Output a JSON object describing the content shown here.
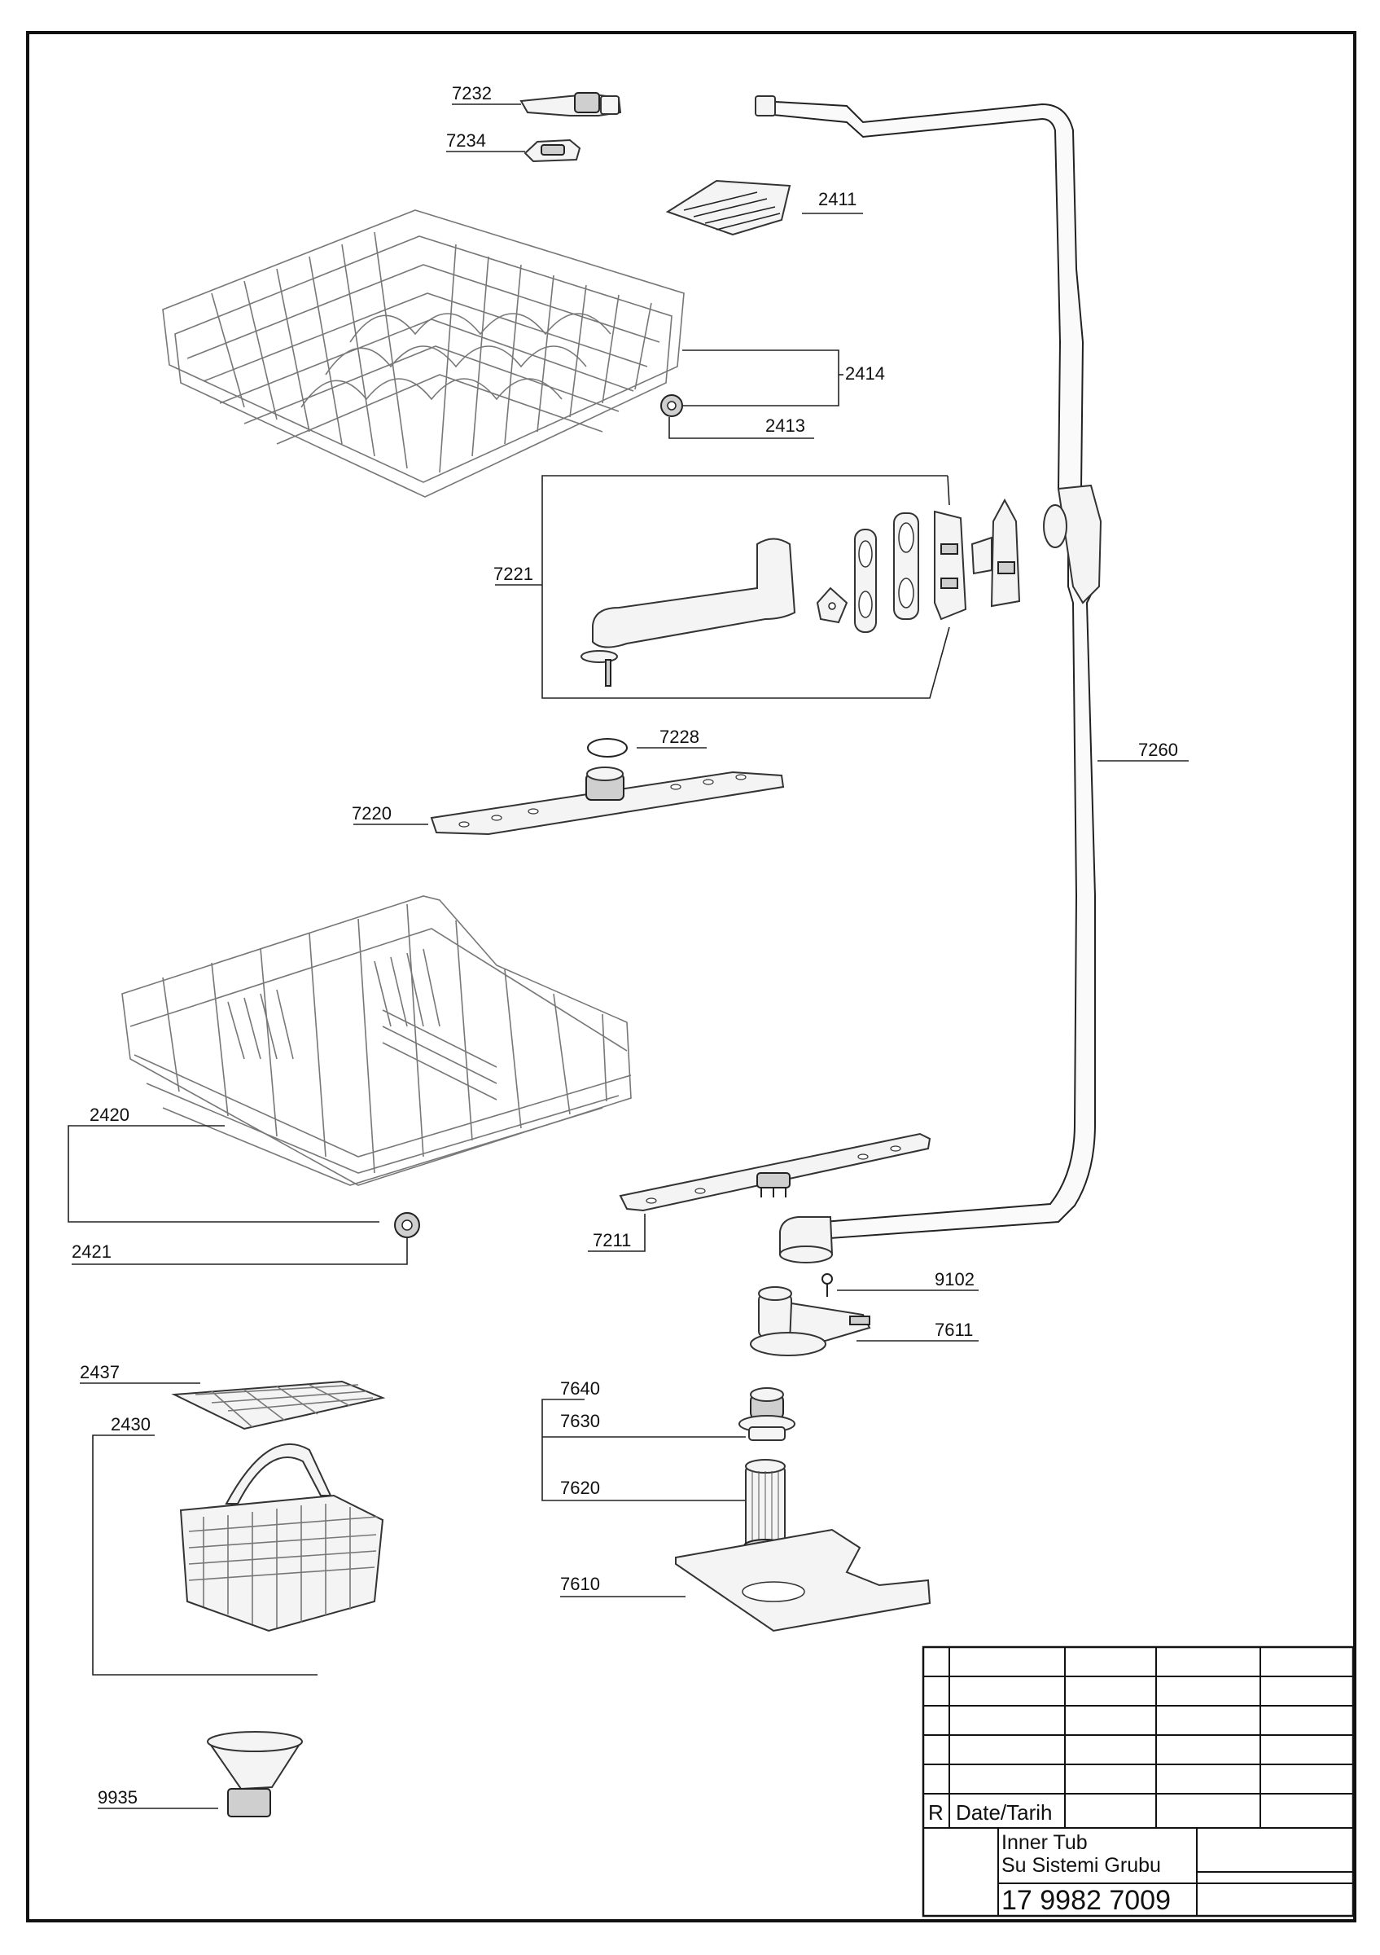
{
  "part_numbers": {
    "p7232": "7232",
    "p7234": "7234",
    "p2411": "2411",
    "p2414": "2414",
    "p2413": "2413",
    "p7221": "7221",
    "p7228": "7228",
    "p7220": "7220",
    "p7260": "7260",
    "p2420": "2420",
    "p2421": "2421",
    "p7211": "7211",
    "p9102": "9102",
    "p7611": "7611",
    "p2437": "2437",
    "p2430": "2430",
    "p7640": "7640",
    "p7630": "7630",
    "p7620": "7620",
    "p7610": "7610",
    "p9935": "9935"
  },
  "title_block": {
    "revision_marker": "R",
    "date_label": "Date/Tarih",
    "title_line_1": "Inner Tub",
    "title_line_2": "Su Sistemi Grubu",
    "drawing_number": "17 9982 7009"
  }
}
